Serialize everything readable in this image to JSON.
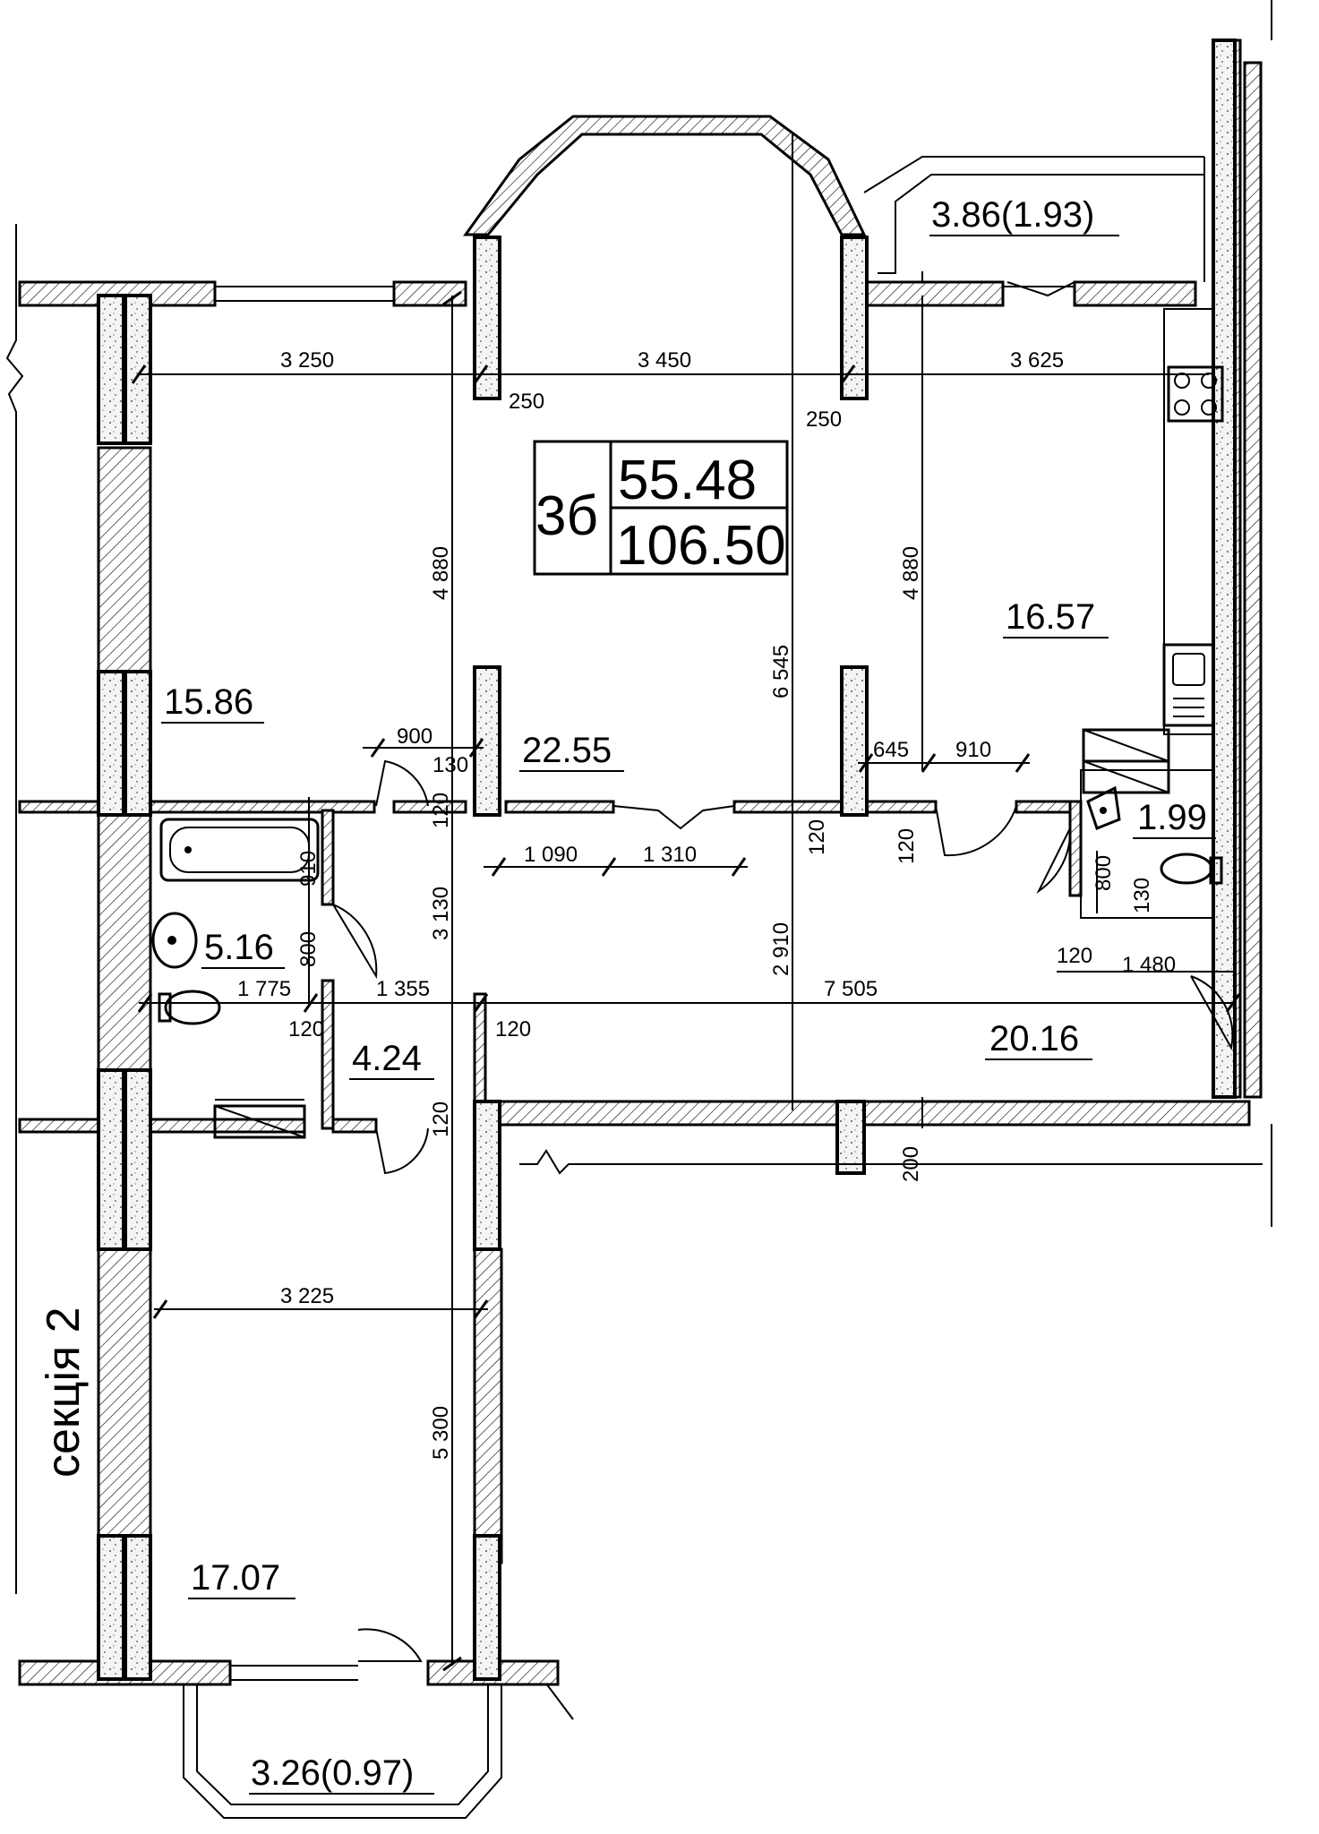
{
  "apartment": {
    "number": "3б",
    "living_area": "55.48",
    "total_area": "106.50"
  },
  "section_label": "секція 2",
  "rooms": [
    {
      "id": "room-left",
      "area": "15.86"
    },
    {
      "id": "room-living",
      "area": "22.55"
    },
    {
      "id": "room-kitchen",
      "area": "16.57"
    },
    {
      "id": "room-wc",
      "area": "1.99"
    },
    {
      "id": "room-bath",
      "area": "5.16"
    },
    {
      "id": "room-storage",
      "area": "4.24"
    },
    {
      "id": "room-hall",
      "area": "20.16"
    },
    {
      "id": "room-bottom",
      "area": "17.07"
    }
  ],
  "balconies": [
    {
      "id": "balcony-top",
      "area": "3.86(1.93)"
    },
    {
      "id": "balcony-bottom",
      "area": "3.26(0.97)"
    }
  ],
  "dimensions": {
    "d3250": "3 250",
    "d3450": "3 450",
    "d3625": "3 625",
    "d250a": "250",
    "d250b": "250",
    "d4880a": "4 880",
    "d4880b": "4 880",
    "d6545": "6 545",
    "d900": "900",
    "d130a": "130",
    "d645": "645",
    "d910a": "910",
    "d120a": "120",
    "d120b": "120",
    "d120c": "120",
    "d1090": "1 090",
    "d1310": "1 310",
    "d3130": "3 130",
    "d2910": "2 910",
    "d910b": "910",
    "d800a": "800",
    "d1775": "1 775",
    "d1355": "1 355",
    "d7505": "7 505",
    "d120d": "120",
    "d120e": "120",
    "d120f": "120",
    "d800b": "800",
    "d130b": "130",
    "d120g": "120",
    "d1480": "1 480",
    "d200": "200",
    "d3225": "3 225",
    "d5300": "5 300"
  }
}
